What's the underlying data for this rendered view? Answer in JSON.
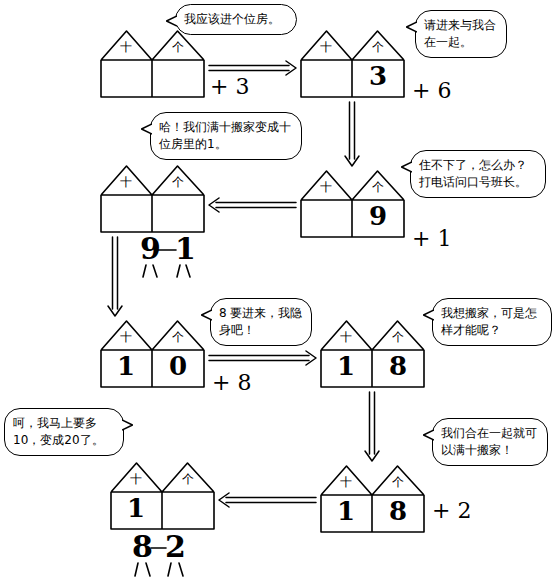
{
  "diagram": {
    "nodes": [
      {
        "text": [
          "十",
          "个"
        ]
      },
      {
        "text": [
          "我应该进个位房。"
        ]
      },
      {
        "text": [
          "十",
          "个",
          "3"
        ]
      },
      {
        "text": [
          "请进来与我合在一起。"
        ]
      },
      {
        "text": [
          "十",
          "个",
          "9"
        ]
      },
      {
        "text": [
          "住不下了，怎么办？打电话问口号班长。"
        ]
      },
      {
        "text": [
          "十",
          "个"
        ]
      },
      {
        "text": [
          "哈！我们满十搬家变成十位房里的1。"
        ]
      },
      {
        "text": [
          "十",
          "个",
          "1",
          "0"
        ]
      },
      {
        "text": [
          "8 要进来，我隐身吧！"
        ]
      },
      {
        "text": [
          "十",
          "个",
          "1",
          "8"
        ]
      },
      {
        "text": [
          "我想搬家，可是怎样才能呢？"
        ]
      },
      {
        "text": [
          "十",
          "个",
          "1",
          "8"
        ]
      },
      {
        "text": [
          "我们合在一起就可以满十搬家！"
        ]
      },
      {
        "text": [
          "十",
          "个",
          "1"
        ]
      },
      {
        "text": [
          "呵，我马上要多10，变成20了。"
        ]
      }
    ],
    "edges": [
      {
        "from": 0,
        "to": 2,
        "arrow": "to"
      },
      {
        "from": 2,
        "to": 4,
        "arrow": "to"
      },
      {
        "from": 4,
        "to": 6,
        "arrow": "to"
      },
      {
        "from": 6,
        "to": 8,
        "arrow": "to"
      },
      {
        "from": 8,
        "to": 10,
        "arrow": "to"
      },
      {
        "from": 10,
        "to": 12,
        "arrow": "to"
      },
      {
        "from": 12,
        "to": 14,
        "arrow": "to"
      }
    ],
    "labels": [
      "+ 3",
      "+ 6",
      "+ 1",
      "9",
      "1",
      "+ 8",
      "+ 2",
      "8",
      "2"
    ]
  }
}
